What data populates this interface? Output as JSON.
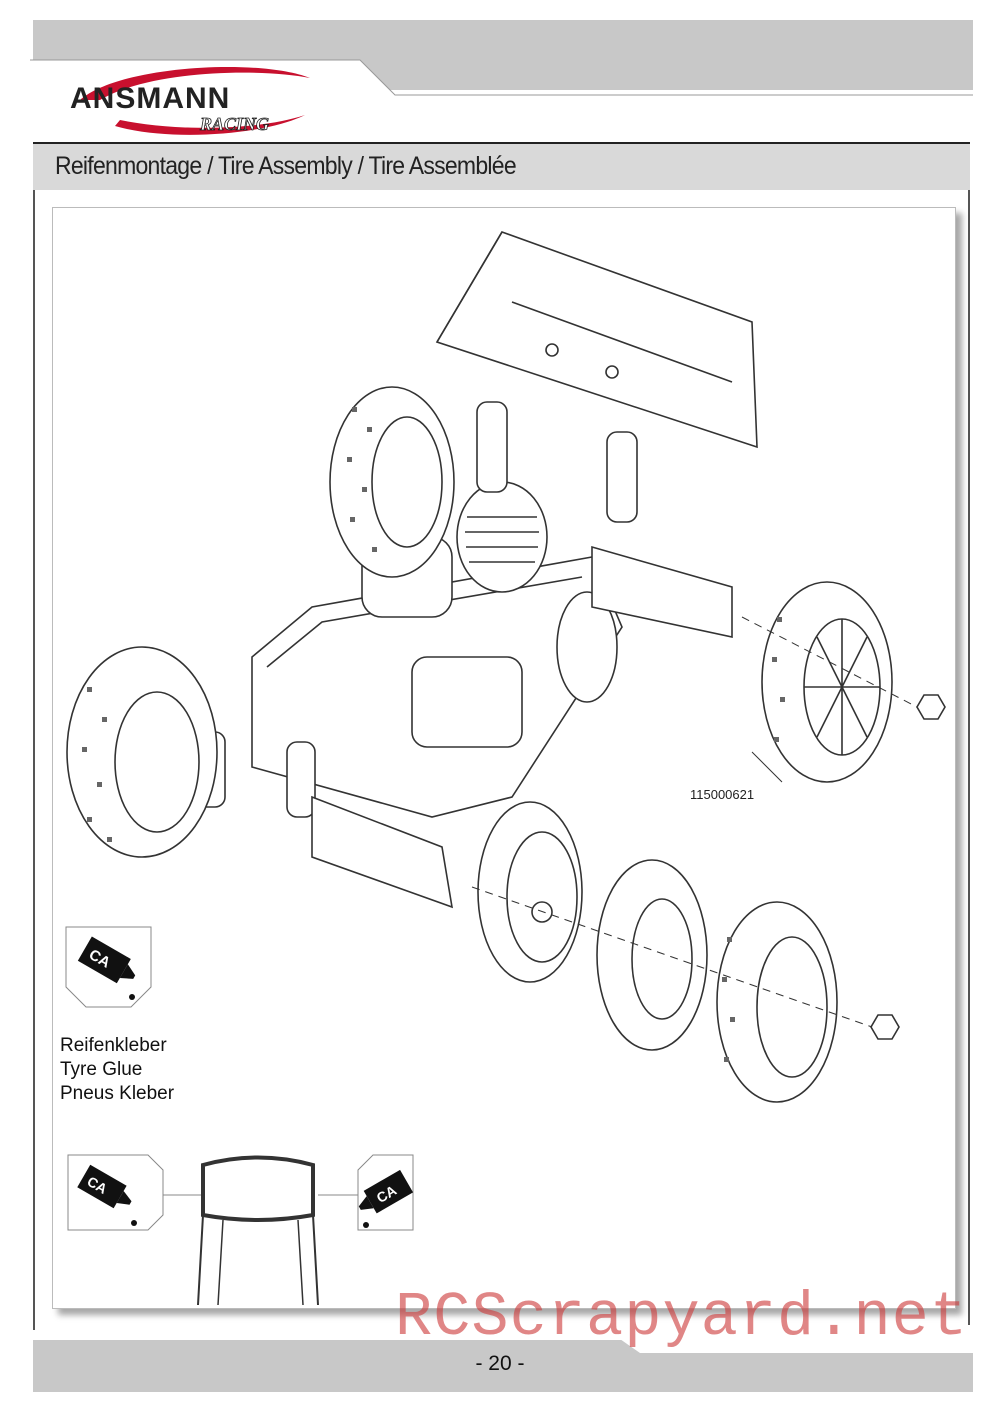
{
  "brand": {
    "name": "ANSMANN",
    "sub": "RACING"
  },
  "section": {
    "title": "Reifenmontage / Tire Assembly / Tire Assemblée"
  },
  "glue": {
    "symbol": "CA",
    "labels": [
      "Reifenkleber",
      "Tyre Glue",
      "Pneus Kleber"
    ]
  },
  "parts": {
    "tire_part_number": "115000621"
  },
  "footer": {
    "page_number": "- 20 -"
  },
  "watermark": {
    "text": "RCScrapyard.net"
  },
  "colors": {
    "header_grey": "#c8c8c8",
    "logo_red": "#c8102e",
    "watermark_red": "#cd3c3c"
  }
}
